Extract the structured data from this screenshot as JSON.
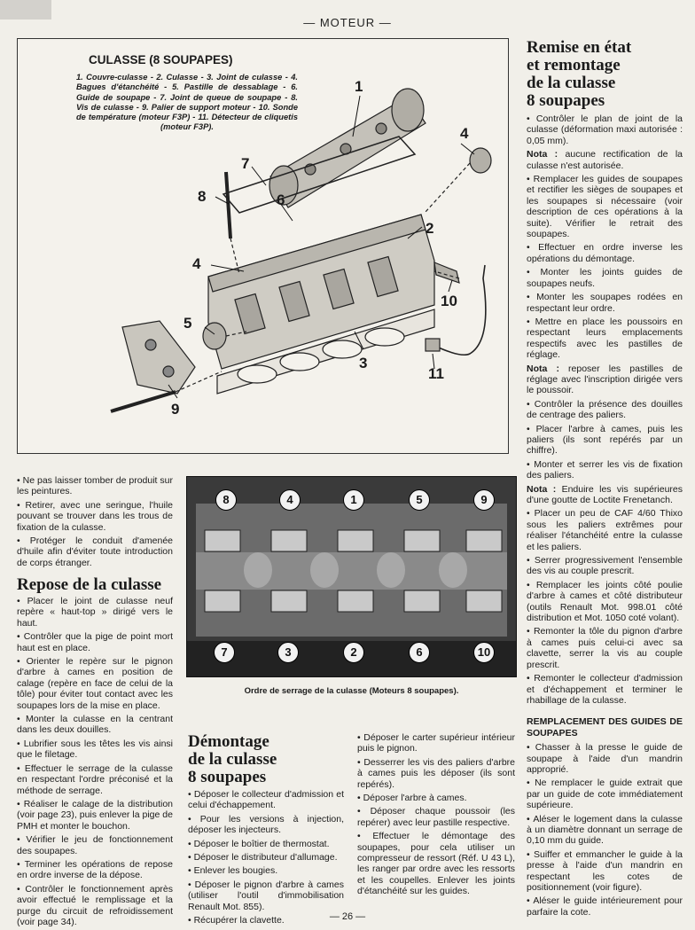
{
  "header": {
    "section": "— MOTEUR —",
    "page_number": "— 26 —"
  },
  "figure": {
    "title": "CULASSE (8 SOUPAPES)",
    "caption": "1. Couvre-culasse - 2. Culasse - 3. Joint de culasse - 4. Bagues d'étanchéité - 5. Pastille de dessablage - 6. Guide de soupape - 7. Joint de queue de soupape - 8. Vis de culasse - 9. Palier de support moteur - 10. Sonde de température (moteur F3P) - 11. Détecteur de cliquetis (moteur F3P).",
    "callouts": [
      "1",
      "2",
      "3",
      "4",
      "4",
      "5",
      "6",
      "7",
      "8",
      "9",
      "10",
      "11"
    ]
  },
  "photo": {
    "caption": "Ordre de serrage de la culasse (Moteurs 8 soupapes).",
    "top_numbers": [
      "8",
      "4",
      "1",
      "5",
      "9"
    ],
    "bottom_numbers": [
      "7",
      "3",
      "2",
      "6",
      "10"
    ]
  },
  "left_column": {
    "top_items": [
      "Ne pas laisser tomber de produit sur les peintures.",
      "Retirer, avec une seringue, l'huile pouvant se trouver dans les trous de fixation de la culasse.",
      "Protéger le conduit d'amenée d'huile afin d'éviter toute introduction de corps étranger."
    ],
    "repose_title": "Repose de la culasse",
    "repose_items": [
      "Placer le joint de culasse neuf repère « haut-top » dirigé vers le haut.",
      "Contrôler que la pige de point mort haut est en place.",
      "Orienter le repère sur le pignon d'arbre à cames en position de calage (repère en face de celui de la tôle) pour éviter tout contact avec les soupapes lors de la mise en place.",
      "Monter la culasse en la centrant dans les deux douilles.",
      "Lubrifier sous les têtes les vis ainsi que le filetage.",
      "Effectuer le serrage de la culasse en respectant l'ordre préconisé et la méthode de serrage.",
      "Réaliser le calage de la distribution (voir page 23), puis enlever la pige de PMH et monter le bouchon.",
      "Vérifier le jeu de fonctionnement des soupapes.",
      "Terminer les opérations de repose en ordre inverse de la dépose.",
      "Contrôler le fonctionnement après avoir effectué le remplissage et la purge du circuit de refroidissement (voir page 34)."
    ]
  },
  "demontage": {
    "title_line1": "Démontage",
    "title_line2": "de la culasse",
    "title_line3": "8 soupapes",
    "items_a": [
      "Déposer le collecteur d'admission et celui d'échappement.",
      "Pour les versions à injection, déposer les injecteurs.",
      "Déposer le boîtier de thermostat.",
      "Déposer le distributeur d'allumage.",
      "Enlever les bougies.",
      "Déposer le pignon d'arbre à cames (utiliser l'outil d'immobilisation Renault Mot. 855).",
      "Récupérer la clavette."
    ],
    "items_b": [
      "Déposer le carter supérieur intérieur puis le pignon.",
      "Desserrer les vis des paliers d'arbre à cames puis les déposer (ils sont repérés).",
      "Déposer l'arbre à cames.",
      "Déposer chaque poussoir (les repérer) avec leur pastille respective.",
      "Effectuer le démontage des soupapes, pour cela utiliser un compresseur de ressort (Réf. U 43 L), les ranger par ordre avec les ressorts et les coupelles. Enlever les joints d'étanchéité sur les guides."
    ]
  },
  "right_column": {
    "title_line1": "Remise en état",
    "title_line2": "et remontage",
    "title_line3": "de la culasse",
    "title_line4": "8 soupapes",
    "p1": "Contrôler le plan de joint de la culasse (déformation maxi autorisée : 0,05 mm).",
    "nota1_label": "Nota :",
    "nota1": "aucune rectification de la culasse n'est autorisée.",
    "p2": "Remplacer les guides de soupapes et rectifier les sièges de soupapes et les soupapes si nécessaire (voir description de ces opérations à la suite). Vérifier le retrait des soupapes.",
    "p3": "Effectuer en ordre inverse les opérations du démontage.",
    "p4": "Monter les joints guides de soupapes neufs.",
    "p5": "Monter les soupapes rodées en respectant leur ordre.",
    "p6": "Mettre en place les poussoirs en respectant leurs emplacements respectifs avec les pastilles de réglage.",
    "nota2_label": "Nota :",
    "nota2": "reposer les pastilles de réglage avec l'inscription dirigée vers le poussoir.",
    "p7": "Contrôler la présence des douilles de centrage des paliers.",
    "p8": "Placer l'arbre à cames, puis les paliers (ils sont repérés par un chiffre).",
    "p9": "Monter et serrer les vis de fixation des paliers.",
    "nota3_label": "Nota :",
    "nota3": "Enduire les vis supérieures d'une goutte de Loctite Frenetanch.",
    "p10": "Placer un peu de CAF 4/60 Thixo sous les paliers extrêmes pour réaliser l'étanchéité entre la culasse et les paliers.",
    "p11": "Serrer progressivement l'ensemble des vis au couple prescrit.",
    "p12": "Remplacer les joints côté poulie d'arbre à cames et côté distributeur (outils Renault Mot. 998.01 côté distribution et Mot. 1050 coté volant).",
    "p13": "Remonter la tôle du pignon d'arbre à cames puis celui-ci avec sa clavette, serrer la vis au couple prescrit.",
    "p14": "Remonter le collecteur d'admission et d'échappement et terminer le rhabillage de la culasse.",
    "sub_title": "REMPLACEMENT DES GUIDES DE SOUPAPES",
    "q1": "Chasser à la presse le guide de soupape à l'aide d'un mandrin approprié.",
    "q2": "Ne remplacer le guide extrait que par un guide de cote immédiatement supérieure.",
    "q3": "Aléser le logement dans la culasse à un diamètre donnant un serrage de 0,10 mm du guide.",
    "q4": "Suiffer et emmancher le guide à la presse à l'aide d'un mandrin en respectant les cotes de positionnement (voir figure).",
    "q5": "Aléser le guide intérieurement pour parfaire la cote."
  }
}
